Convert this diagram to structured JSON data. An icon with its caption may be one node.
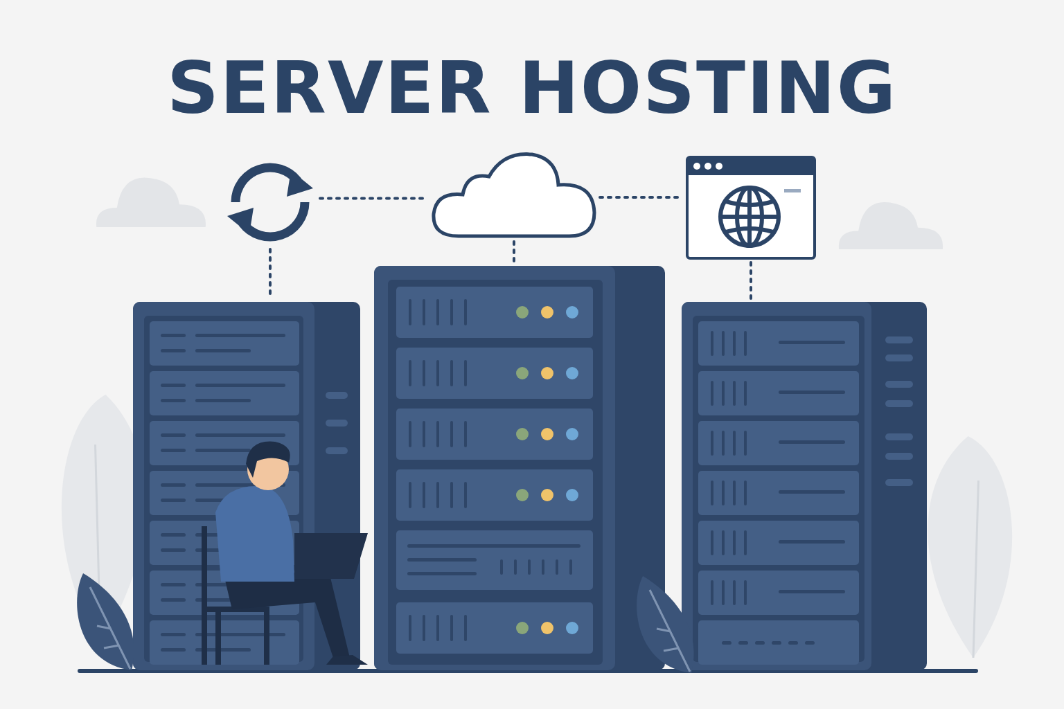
{
  "diagram": {
    "title": "SERVER HOSTING",
    "nodes": [
      {
        "text": [],
        "shape": "picture"
      },
      {
        "text": [],
        "shape": "cloud"
      },
      {
        "text": [],
        "shape": "picture"
      },
      {
        "text": [],
        "shape": "picture"
      },
      {
        "text": [],
        "shape": "picture"
      },
      {
        "text": [],
        "shape": "picture"
      }
    ],
    "edges": [
      {
        "from": 0,
        "to": 1,
        "arrow": "none",
        "style": "dashed"
      },
      {
        "from": 1,
        "to": 2,
        "arrow": "none",
        "style": "dashed"
      },
      {
        "from": 0,
        "to": 3,
        "arrow": "none",
        "style": "dashed"
      },
      {
        "from": 1,
        "to": 4,
        "arrow": "none",
        "style": "dashed"
      },
      {
        "from": 2,
        "to": 5,
        "arrow": "none",
        "style": "dashed"
      }
    ]
  }
}
